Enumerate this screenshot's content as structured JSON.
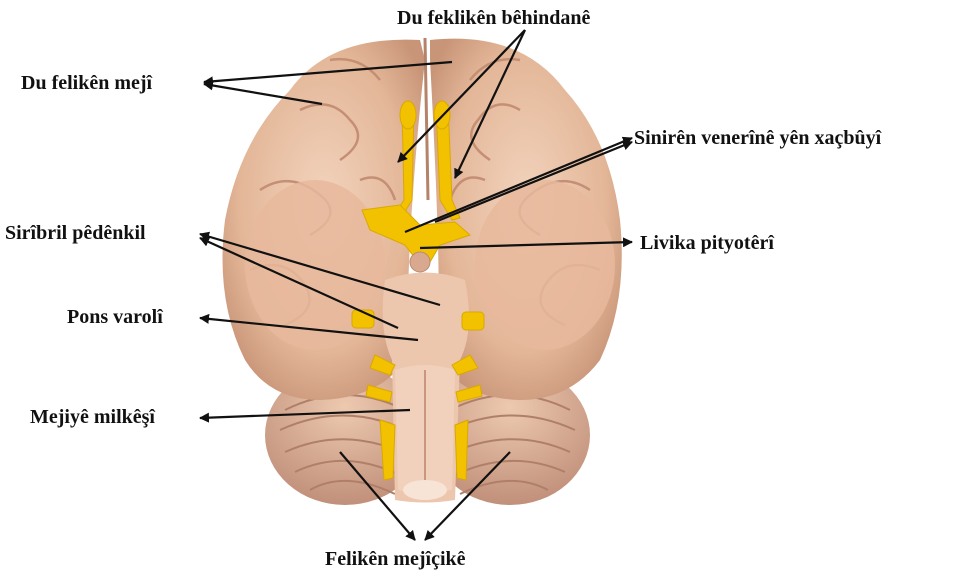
{
  "labels": {
    "frontal_lobes": "Du feklikên bêhindanê",
    "cerebral_hemispheres": "Du felikên mejî",
    "optic_nerves": "Sinirên venerînê yên xaçbûyî",
    "cerebral_peduncle": "Sirîbril pêdênkil",
    "pituitary": "Livika pityotêrî",
    "pons": "Pons varolî",
    "medulla": "Mejiyê milkêşî",
    "cerebellum": "Felikên mejîçikê"
  },
  "colors": {
    "brain_tissue": "#e8bfa4",
    "brain_shadow": "#c99a80",
    "nerve_yellow": "#f2c200",
    "arrow": "#111111",
    "label_text": "#111111"
  }
}
